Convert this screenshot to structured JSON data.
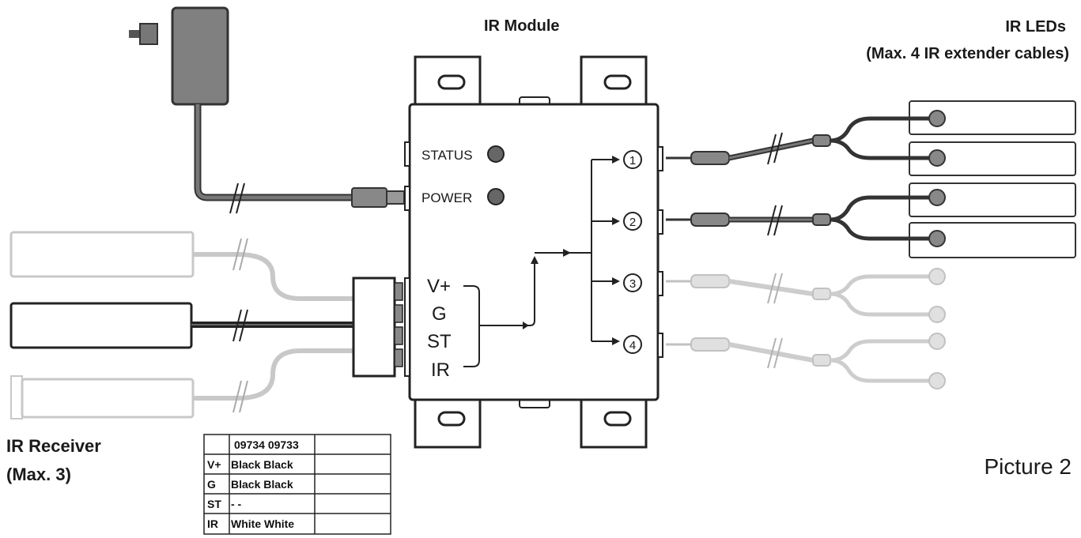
{
  "labels": {
    "module_title": "IR Module",
    "leds_title_line1": "IR LEDs",
    "leds_title_line2": "(Max. 4 IR extender cables)",
    "receiver_line1": "IR Receiver",
    "receiver_line2": "(Max. 3)",
    "picture": "Picture 2"
  },
  "module": {
    "status": "STATUS",
    "power": "POWER",
    "pins": [
      "V+",
      "G",
      "ST",
      "IR"
    ],
    "ports": [
      "1",
      "2",
      "3",
      "4"
    ]
  },
  "table": {
    "header": "09734 09733",
    "rows": [
      {
        "pin": "V+",
        "values": "Black Black"
      },
      {
        "pin": "G",
        "values": "Black Black"
      },
      {
        "pin": "ST",
        "values": "- -"
      },
      {
        "pin": "IR",
        "values": "White White"
      }
    ]
  }
}
